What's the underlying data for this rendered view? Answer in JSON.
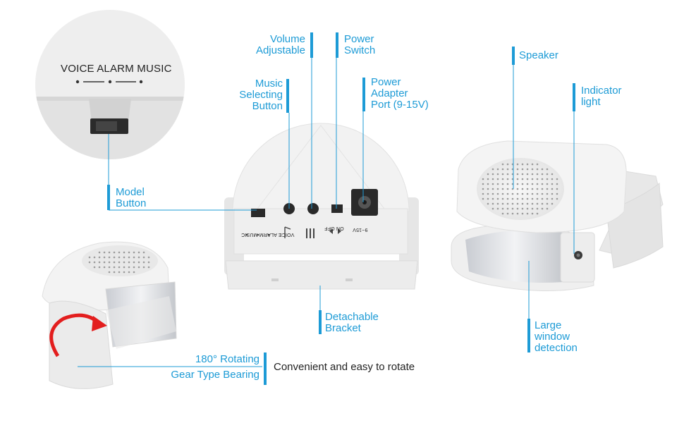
{
  "colors": {
    "accent": "#1d9bd6",
    "device": "#f0f0f0",
    "arrow": "#e31e1e"
  },
  "closeup_panel": {
    "switch_labels": "VOICE  ALARM MUSIC"
  },
  "device_back_label": "VOICE  ALARM MUSIC",
  "device_back_markings": {
    "power": "ON   OFF",
    "voltage": "9~15V"
  },
  "callouts": {
    "volume": "Volume\nAdjustable",
    "power_switch": "Power\nSwitch",
    "music_button": "Music\nSelecting\nButton",
    "adapter_port": "Power\nAdapter\nPort (9-15V)",
    "speaker": "Speaker",
    "indicator": "Indicator\nlight",
    "model_button": "Model\nButton",
    "bracket": "Detachable\nBracket",
    "window": "Large\nwindow\ndetection",
    "rotating": "180° Rotating",
    "gear": "Gear Type Bearing"
  },
  "caption": "Convenient and easy to rotate"
}
